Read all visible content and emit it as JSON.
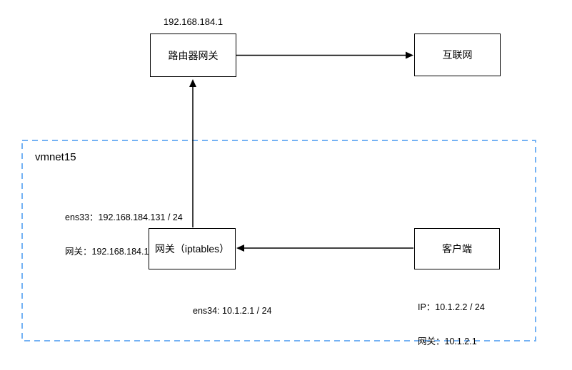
{
  "diagram": {
    "top_ip_label": "192.168.184.1",
    "zone": {
      "label": "vmnet15",
      "border_color": "#74B2F4"
    },
    "nodes": {
      "router": {
        "label": "路由器网关"
      },
      "internet": {
        "label": "互联网"
      },
      "gateway": {
        "label": "网关（iptables）"
      },
      "client": {
        "label": "客户端"
      }
    },
    "annotations": {
      "gateway_wan": {
        "line1": "ens33：192.168.184.131 / 24",
        "line2": "网关：192.168.184.1"
      },
      "gateway_lan": {
        "line1": "ens34: 10.1.2.1 / 24"
      },
      "client_ip": {
        "line1": "IP：10.1.2.2 / 24",
        "line2": "网关：10.1.2.1"
      }
    },
    "edge_color": "#000000"
  }
}
